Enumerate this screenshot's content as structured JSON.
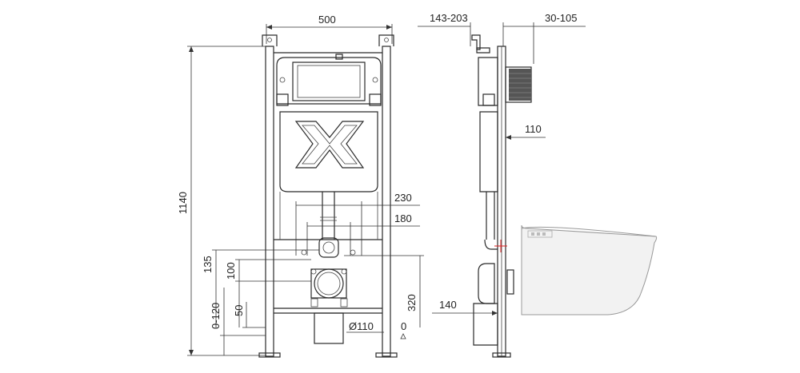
{
  "dimensions": {
    "frame_width": "500",
    "total_height": "1140",
    "bracket_depth": "143-203",
    "wall_thickness": "30-105",
    "offset_110": "110",
    "distance_230": "230",
    "distance_180": "180",
    "height_135": "135",
    "height_100": "100",
    "height_320": "320",
    "height_50": "50",
    "floor_range": "0-120",
    "pipe_diameter": "Ø110",
    "zero_mark": "0",
    "drain_offset": "140"
  }
}
